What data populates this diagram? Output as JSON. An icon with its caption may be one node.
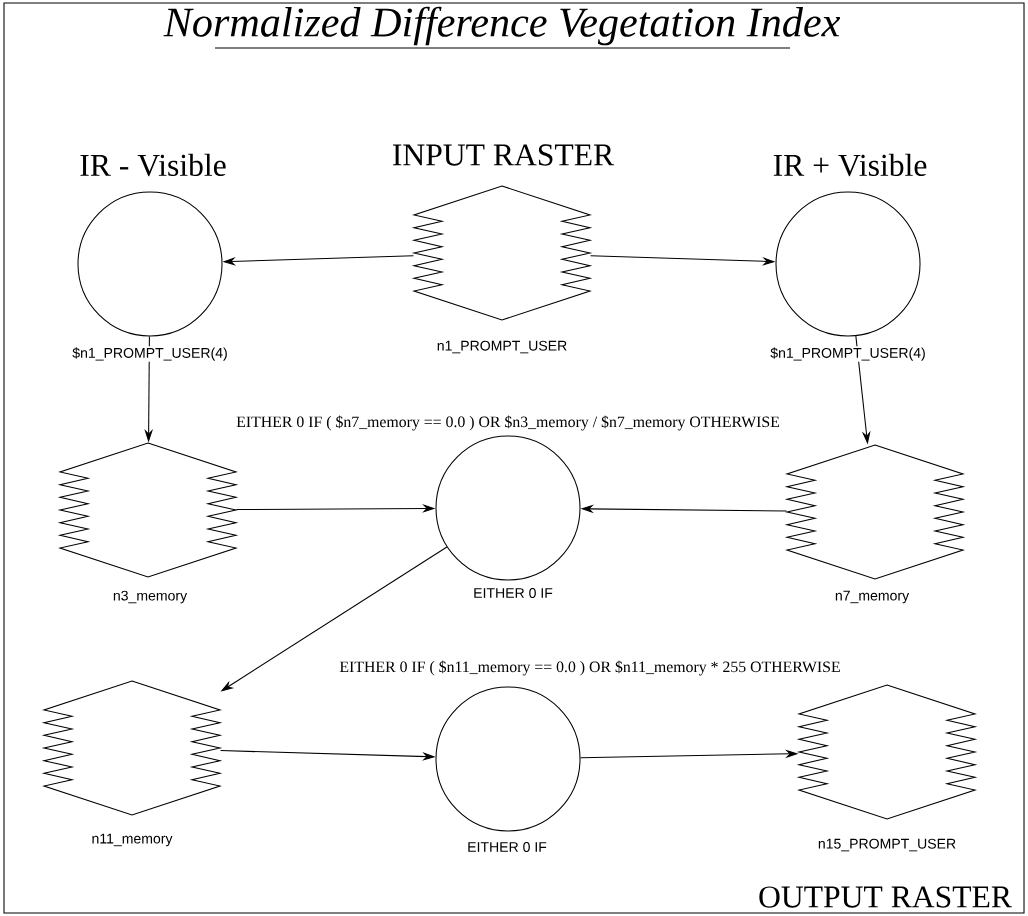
{
  "diagram": {
    "title": "Normalized Difference Vegetation Index",
    "nodes": [
      {
        "text": [],
        "shape": "circle",
        "beside": [
          "IR - Visible",
          "$n1_PROMPT_USER(4)"
        ]
      },
      {
        "text": [],
        "shape": "hexagon",
        "beside": [
          "INPUT RASTER",
          "n1_PROMPT_USER"
        ]
      },
      {
        "text": [],
        "shape": "circle",
        "beside": [
          "IR + Visible",
          "$n1_PROMPT_USER(4)"
        ]
      },
      {
        "text": [],
        "shape": "hexagon",
        "beside": [
          "n3_memory"
        ]
      },
      {
        "text": [],
        "shape": "circle",
        "beside": [
          "EITHER 0 IF ( $n7_memory == 0.0 ) OR $n3_memory / $n7_memory OTHERWISE",
          "EITHER 0 IF"
        ]
      },
      {
        "text": [],
        "shape": "hexagon",
        "beside": [
          "n7_memory"
        ]
      },
      {
        "text": [],
        "shape": "hexagon",
        "beside": [
          "n11_memory"
        ]
      },
      {
        "text": [],
        "shape": "circle",
        "beside": [
          "EITHER 0 IF ( $n11_memory == 0.0 ) OR $n11_memory * 255 OTHERWISE",
          "EITHER 0 IF"
        ]
      },
      {
        "text": [],
        "shape": "hexagon",
        "beside": [
          "n15_PROMPT_USER",
          "OUTPUT RASTER"
        ]
      }
    ],
    "edges": [
      {
        "from": 1,
        "to": 0,
        "arrow": "to"
      },
      {
        "from": 1,
        "to": 2,
        "arrow": "to"
      },
      {
        "from": 0,
        "to": 3,
        "arrow": "to"
      },
      {
        "from": 2,
        "to": 5,
        "arrow": "to"
      },
      {
        "from": 3,
        "to": 4,
        "arrow": "to"
      },
      {
        "from": 5,
        "to": 4,
        "arrow": "to"
      },
      {
        "from": 4,
        "to": 6,
        "arrow": "to"
      },
      {
        "from": 6,
        "to": 7,
        "arrow": "to"
      },
      {
        "from": 7,
        "to": 8,
        "arrow": "to"
      }
    ]
  }
}
